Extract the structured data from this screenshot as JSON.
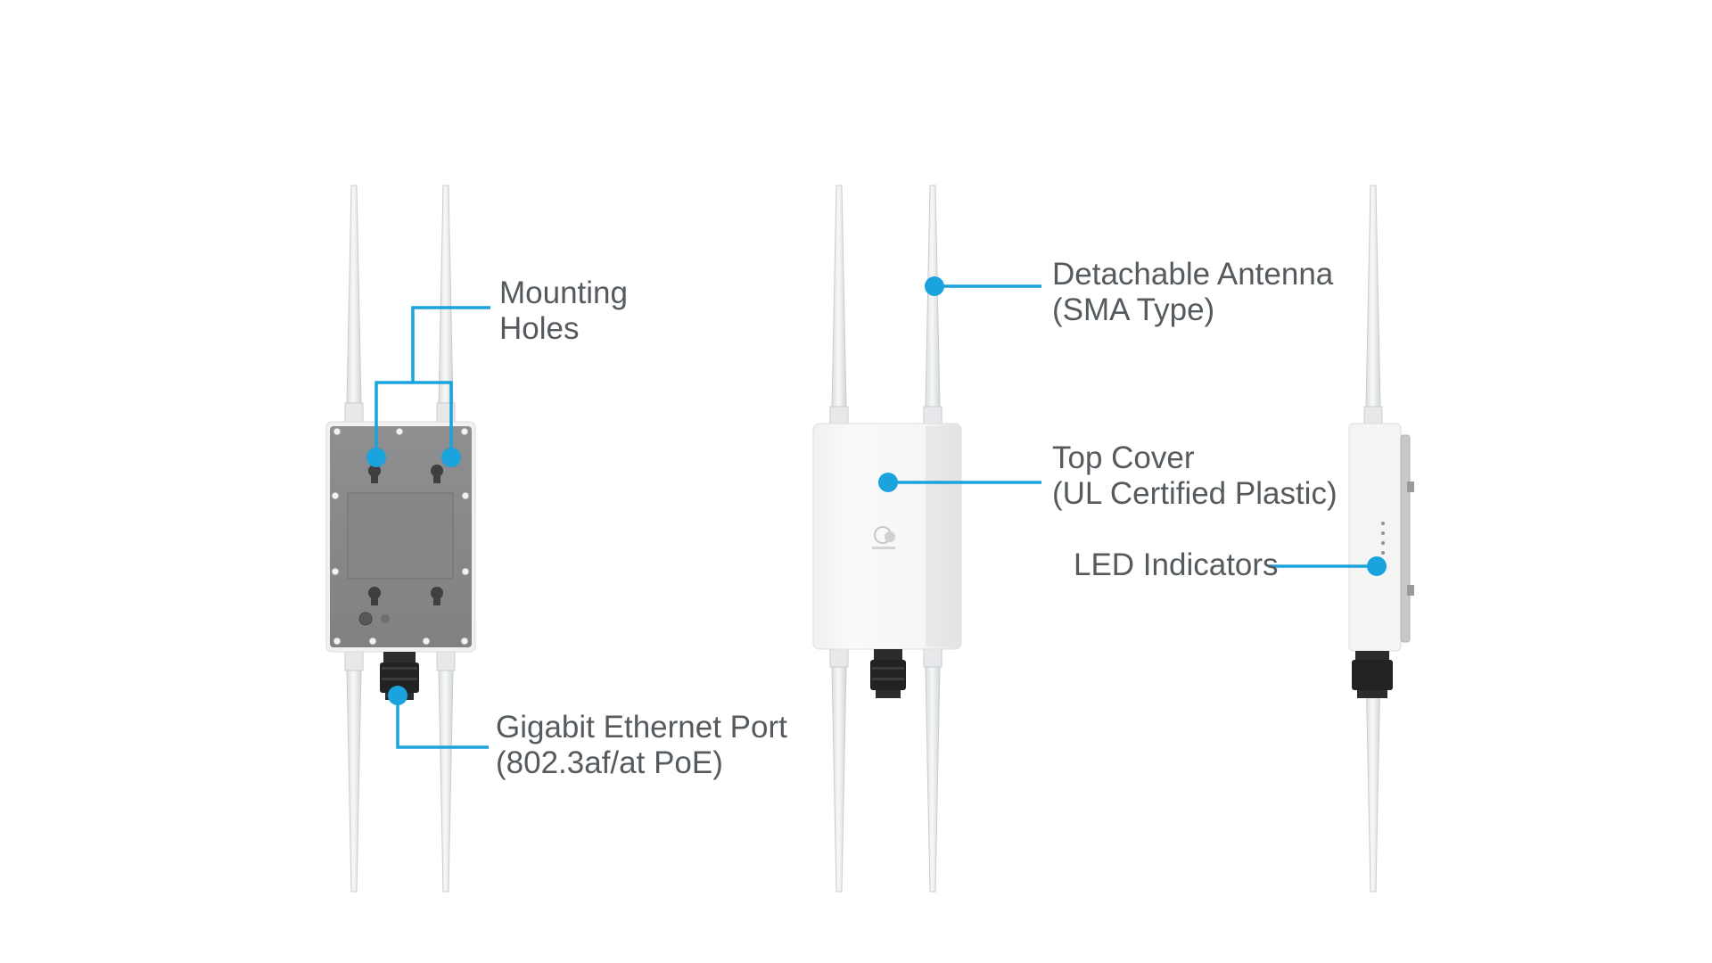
{
  "colors": {
    "accent": "#1aa3dc",
    "label_text": "#555a5e",
    "antenna": "#eef0f1",
    "back_plate": "#8a8c8e",
    "cover": "#f4f4f4",
    "gland": "#202224"
  },
  "icons": {
    "brand_logo": "engenius-cloud-logo"
  },
  "labels": {
    "mounting_holes": [
      "Mounting",
      "Holes"
    ],
    "ethernet_port": [
      "Gigabit Ethernet Port",
      "(802.3af/at PoE)"
    ],
    "antenna": [
      "Detachable Antenna",
      "(SMA Type)"
    ],
    "top_cover": [
      "Top Cover",
      "(UL Certified Plastic)"
    ],
    "led": [
      "LED Indicators"
    ]
  }
}
